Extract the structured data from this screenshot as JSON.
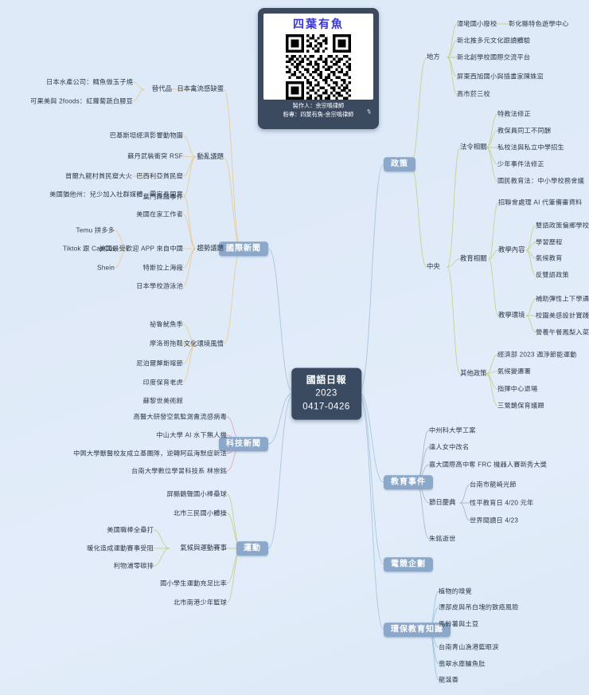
{
  "root": {
    "line1": "國語日報",
    "line2": "2023",
    "line3": "0417-0426"
  },
  "qr_card": {
    "title": "四葉有魚",
    "creator": "製作人：余宗鳴律師",
    "page": "粉專：四葉有魚-余宗鳴律師",
    "pen_icon": "pencil-icon"
  },
  "colors": {
    "background": "#dfeaf8",
    "root_node": "#3a4a60",
    "category_node": "#8ba7c9",
    "link_blue": "#9ec4dd",
    "link_yellow": "#e8cf9a",
    "link_green": "#c3cf8e",
    "link_pink": "#e2a9b4",
    "qr_title": "#3a35d6"
  },
  "branches": {
    "international": {
      "label": "國際新聞",
      "groups": [
        {
          "label": "日本禽流感缺蛋",
          "children": [
            {
              "label": "替代品",
              "children": [
                "日本水產公司：鱈魚做玉子燒",
                "可果美與 2foods：紅蘿蔔蔬白腰豆"
              ]
            }
          ]
        },
        {
          "label": "動亂議題",
          "children": [
            "巴基斯坦經濟影響動物園",
            "蘇丹武裝衝突 RSF",
            {
              "label": "巴西利亞貧民窟",
              "children": [
                "首爾九龍村貧民窟大火"
              ]
            },
            "葉門踩踏事件"
          ]
        },
        {
          "label": "趨勢議題",
          "children": [
            "美國猶他州：兒少加入社群媒體，需家長同意",
            "美國在家工作者",
            {
              "label": "美國最受歡迎 APP 來自中國",
              "children": [
                "Temu 拼多多",
                "Tiktok 跟 CapCut",
                "Shein"
              ]
            },
            "特斯拉上海廠",
            "日本學校游泳池"
          ]
        },
        {
          "label": "文化環境風情",
          "children": [
            "祕魯魷魚季",
            "摩洛哥拖鞋",
            "尼泊爾犛斯喀節",
            "印度保育老虎",
            "蘇黎世美術館"
          ]
        }
      ]
    },
    "technology": {
      "label": "科技新聞",
      "children": [
        "高醫大研發空氣監測禽流感病毒",
        "中山大學 AI 水下無人機",
        "中興大學獸醫校友成立基團隊，逆轉阿茲海默症新法",
        "台南大學數位學習科技系 林崇銘"
      ]
    },
    "sports": {
      "label": "運動",
      "children": [
        "屏縣鶴聲國小棒壘球",
        "北市三民國小體操",
        {
          "label": "氣候與運動賽事",
          "children": [
            "美國職棒全壘打",
            "暖化造成運動賽事受阻",
            "利物浦零碳排"
          ]
        },
        "國小學生運動充足比率",
        "北市南港少年籃球"
      ]
    },
    "policy": {
      "label": "政策",
      "groups": [
        {
          "label": "地方",
          "children": [
            {
              "label": "潭墘國小廢校",
              "children": [
                "彰化縣特色遊學中心"
              ]
            },
            "新北推多元文化跟讀體驗",
            "新北創學校國際交流平台",
            "屏東西旭國小與插畫家陳姝窋",
            "高市菸三校"
          ]
        },
        {
          "label": "中央",
          "children": [
            {
              "label": "法令相關",
              "children": [
                "特教法修正",
                "教保員同工不同酬",
                "私校法與私立中學招生",
                "少年事件法修正",
                "國民教育法：中小學校務會議"
              ]
            },
            {
              "label": "教育相關",
              "children": [
                "招聯會處理 AI 代筆備審資料",
                {
                  "label": "教學內容",
                  "children": [
                    "雙語政策偏鄉學校難獲益",
                    "學習歷程",
                    "氣候教育",
                    "反雙語政策"
                  ]
                },
                {
                  "label": "教學環境",
                  "children": [
                    "補助彈性上下學通車",
                    "校園美感設計實踐計畫",
                    "營養午餐鳳梨入菜"
                  ]
                }
              ]
            },
            {
              "label": "其他政策",
              "children": [
                "經濟部 2023 週淨節能運動",
                "氣候變遷署",
                "指揮中心退場",
                "三鶯鵲保育議題"
              ]
            }
          ]
        }
      ]
    },
    "education_events": {
      "label": "教育事件",
      "children": [
        "中州科大學工案",
        "達人女中改名",
        "嘉大國際高中奪 FRC 機器人賽新秀大獎",
        {
          "label": "節日慶典",
          "children": [
            "台南市龍崎光節",
            "性平教育日 4/20 元年",
            "世界閱讀日 4/23"
          ]
        },
        "朱銘逝世"
      ]
    },
    "esports": {
      "label": "電競企劃",
      "children": []
    },
    "environment": {
      "label": "環保教育知識",
      "children": [
        "植物的嗅覺",
        "漂部皮與吊白塊的致癌風險",
        "馬鈴薯與土豆",
        "台南青山漁港藍眼淚",
        "翡翠水庫鱸魚肚",
        "龍涎香"
      ]
    }
  }
}
